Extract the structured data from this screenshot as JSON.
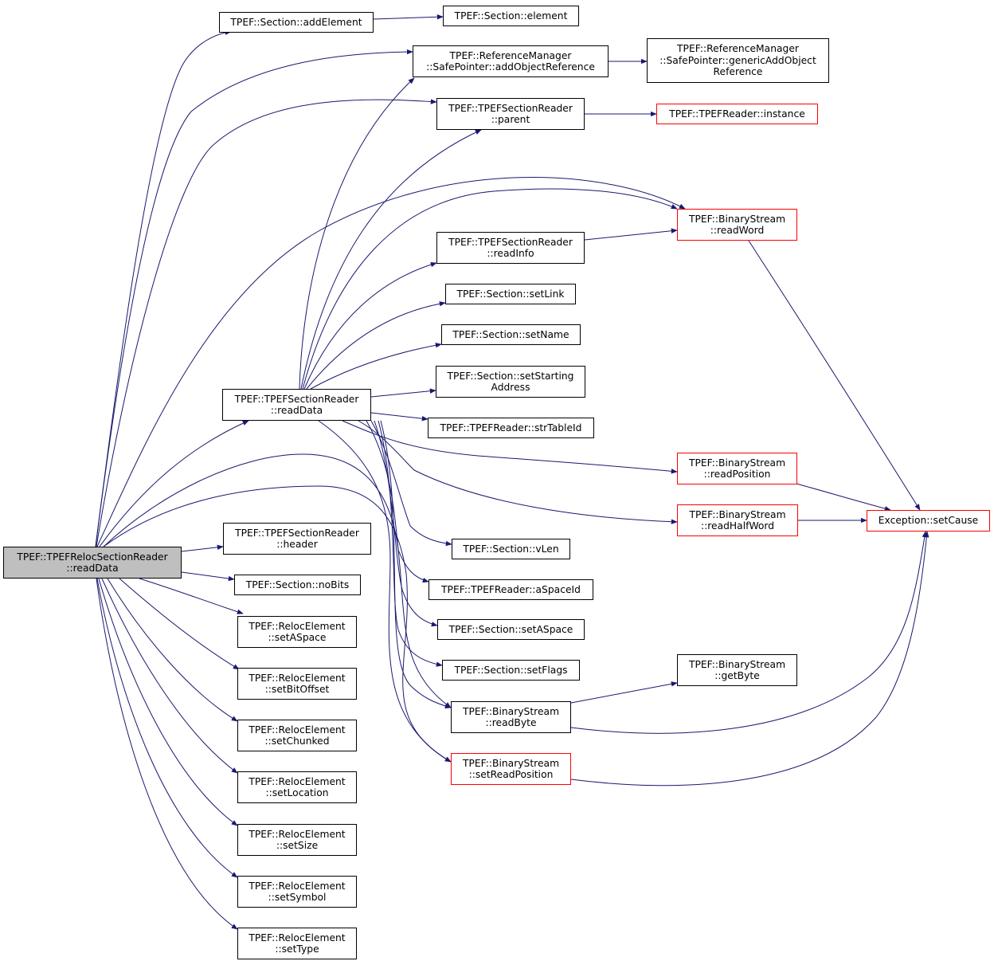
{
  "colors": {
    "edge": "#191970",
    "red_border": "#ff0000",
    "root_fill": "#bfbfbf"
  },
  "nodes": {
    "root": [
      "TPEF::TPEFRelocSectionReader",
      "::readData"
    ],
    "sec_readData": [
      "TPEF::TPEFSectionReader",
      "::readData"
    ],
    "addElement": [
      "TPEF::Section::addElement"
    ],
    "element": [
      "TPEF::Section::element"
    ],
    "addObjectReference": [
      "TPEF::ReferenceManager",
      "::SafePointer::addObjectReference"
    ],
    "genericAddObjectReference": [
      "TPEF::ReferenceManager",
      "::SafePointer::genericAddObject",
      "Reference"
    ],
    "parent": [
      "TPEF::TPEFSectionReader",
      "::parent"
    ],
    "instance": [
      "TPEF::TPEFReader::instance"
    ],
    "readWord": [
      "TPEF::BinaryStream",
      "::readWord"
    ],
    "readInfo": [
      "TPEF::TPEFSectionReader",
      "::readInfo"
    ],
    "setLink": [
      "TPEF::Section::setLink"
    ],
    "setName": [
      "TPEF::Section::setName"
    ],
    "setStartingAddress": [
      "TPEF::Section::setStarting",
      "Address"
    ],
    "strTableId": [
      "TPEF::TPEFReader::strTableId"
    ],
    "readPosition": [
      "TPEF::BinaryStream",
      "::readPosition"
    ],
    "readHalfWord": [
      "TPEF::BinaryStream",
      "::readHalfWord"
    ],
    "setCause": [
      "Exception::setCause"
    ],
    "vLen": [
      "TPEF::Section::vLen"
    ],
    "aSpaceId": [
      "TPEF::TPEFReader::aSpaceId"
    ],
    "setASpace": [
      "TPEF::Section::setASpace"
    ],
    "setFlags": [
      "TPEF::Section::setFlags"
    ],
    "getByte": [
      "TPEF::BinaryStream",
      "::getByte"
    ],
    "readByte": [
      "TPEF::BinaryStream",
      "::readByte"
    ],
    "setReadPosition": [
      "TPEF::BinaryStream",
      "::setReadPosition"
    ],
    "header": [
      "TPEF::TPEFSectionReader",
      "::header"
    ],
    "noBits": [
      "TPEF::Section::noBits"
    ],
    "re_setASpace": [
      "TPEF::RelocElement",
      "::setASpace"
    ],
    "re_setBitOffset": [
      "TPEF::RelocElement",
      "::setBitOffset"
    ],
    "re_setChunked": [
      "TPEF::RelocElement",
      "::setChunked"
    ],
    "re_setLocation": [
      "TPEF::RelocElement",
      "::setLocation"
    ],
    "re_setSize": [
      "TPEF::RelocElement",
      "::setSize"
    ],
    "re_setSymbol": [
      "TPEF::RelocElement",
      "::setSymbol"
    ],
    "re_setType": [
      "TPEF::RelocElement",
      "::setType"
    ]
  }
}
